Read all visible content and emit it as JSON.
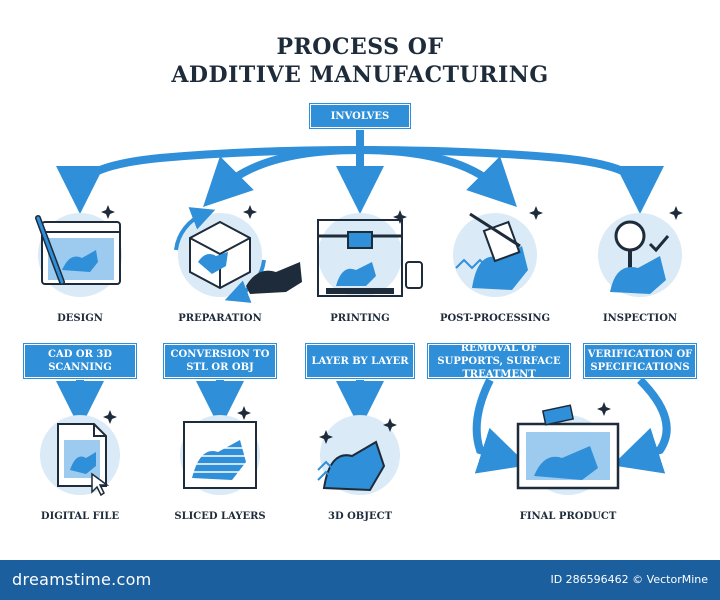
{
  "title_line1": "PROCESS OF",
  "title_line2": "ADDITIVE MANUFACTURING",
  "root_label": "INVOLVES",
  "stages": [
    {
      "label": "DESIGN",
      "method": "CAD OR 3D SCANNING",
      "output": "DIGITAL FILE",
      "icon": "design-window-pen-icon"
    },
    {
      "label": "PREPARATION",
      "method": "CONVERSION TO STL OR OBJ",
      "output": "SLICED LAYERS",
      "icon": "cube-rotation-icon"
    },
    {
      "label": "PRINTING",
      "method": "LAYER BY LAYER",
      "output": "3D OBJECT",
      "icon": "3d-printer-icon"
    },
    {
      "label": "POST-PROCESSING",
      "method": "REMOVAL OF SUPPORTS, SURFACE TREATMENT",
      "output": "FINAL PRODUCT",
      "icon": "file-tools-icon"
    },
    {
      "label": "INSPECTION",
      "method": "VERIFICATION OF SPECIFICATIONS",
      "output": "",
      "icon": "magnifier-check-icon"
    }
  ],
  "footer": {
    "site": "dreamstime.com",
    "id_text": "ID 286596462 © VectorMine"
  },
  "colors": {
    "accent": "#2f8fd8",
    "light": "#dbeaf7",
    "dark": "#1d2b3a",
    "footer": "#1b5f9e"
  }
}
